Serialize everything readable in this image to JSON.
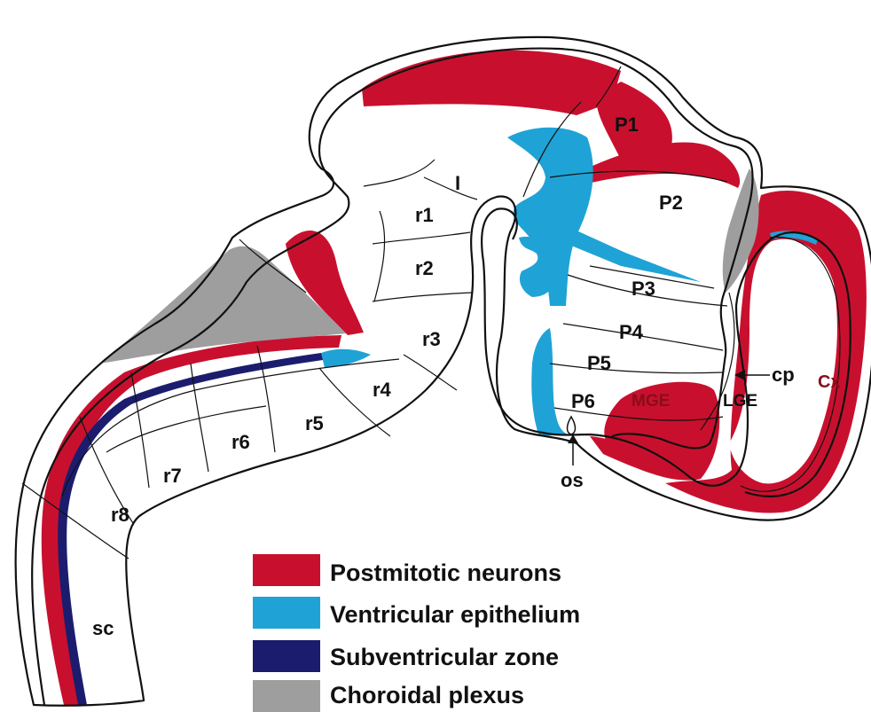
{
  "colors": {
    "postmitotic": "#c8102e",
    "ventricular": "#1fa3d6",
    "subventricular": "#1c1c6e",
    "choroid": "#9e9e9e",
    "outline": "#111111"
  },
  "regions": {
    "P1": "P1",
    "P2": "P2",
    "P3": "P3",
    "P4": "P4",
    "P5": "P5",
    "P6": "P6",
    "I": "I",
    "r1": "r1",
    "r2": "r2",
    "r3": "r3",
    "r4": "r4",
    "r5": "r5",
    "r6": "r6",
    "r7": "r7",
    "r8": "r8",
    "sc": "sc",
    "MGE": "MGE",
    "LGE": "LGE",
    "Cx": "Cx",
    "cp": "cp",
    "os": "os"
  },
  "legend": [
    {
      "label": "Postmitotic neurons",
      "color": "#c8102e"
    },
    {
      "label": "Ventricular epithelium",
      "color": "#1fa3d6"
    },
    {
      "label": "Subventricular zone",
      "color": "#1c1c6e"
    },
    {
      "label": "Choroidal plexus",
      "color": "#9e9e9e"
    }
  ]
}
